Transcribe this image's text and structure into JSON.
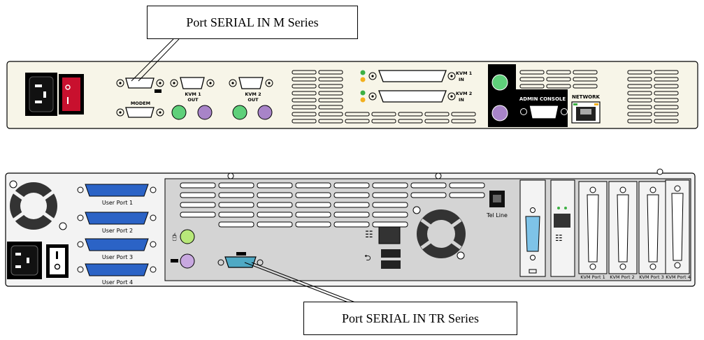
{
  "callouts": {
    "m_series": "Port SERIAL IN M Series",
    "tr_series": "Port SERIAL IN TR Series"
  },
  "m_series_panel": {
    "modem": "MODEM",
    "kvm1_out": "KVM 1",
    "kvm1_out_sub": "OUT",
    "kvm2_out": "KVM 2",
    "kvm2_out_sub": "OUT",
    "kvm1_in": "KVM 1",
    "kvm1_in_sub": "IN",
    "kvm2_in": "KVM 2",
    "kvm2_in_sub": "IN",
    "admin_console": "ADMIN CONSOLE",
    "network": "NETWORK"
  },
  "tr_series_panel": {
    "user_ports": [
      "User Port 1",
      "User Port 2",
      "User Port 3",
      "User Port 4"
    ],
    "tel_line": "Tel Line",
    "kvm_ports": [
      "KVM Port 1",
      "KVM Port 2",
      "KVM Port 3",
      "KVM Port 4"
    ]
  },
  "colors": {
    "panel_fill": "#f7f5e8",
    "port_blue": "#2b63c6",
    "ps2_green": "#5fd07a",
    "ps2_purple": "#a884c8",
    "serial_teal": "#4fa9c4",
    "vga_blue": "#7ec3e8",
    "admin_bg": "#000000"
  }
}
